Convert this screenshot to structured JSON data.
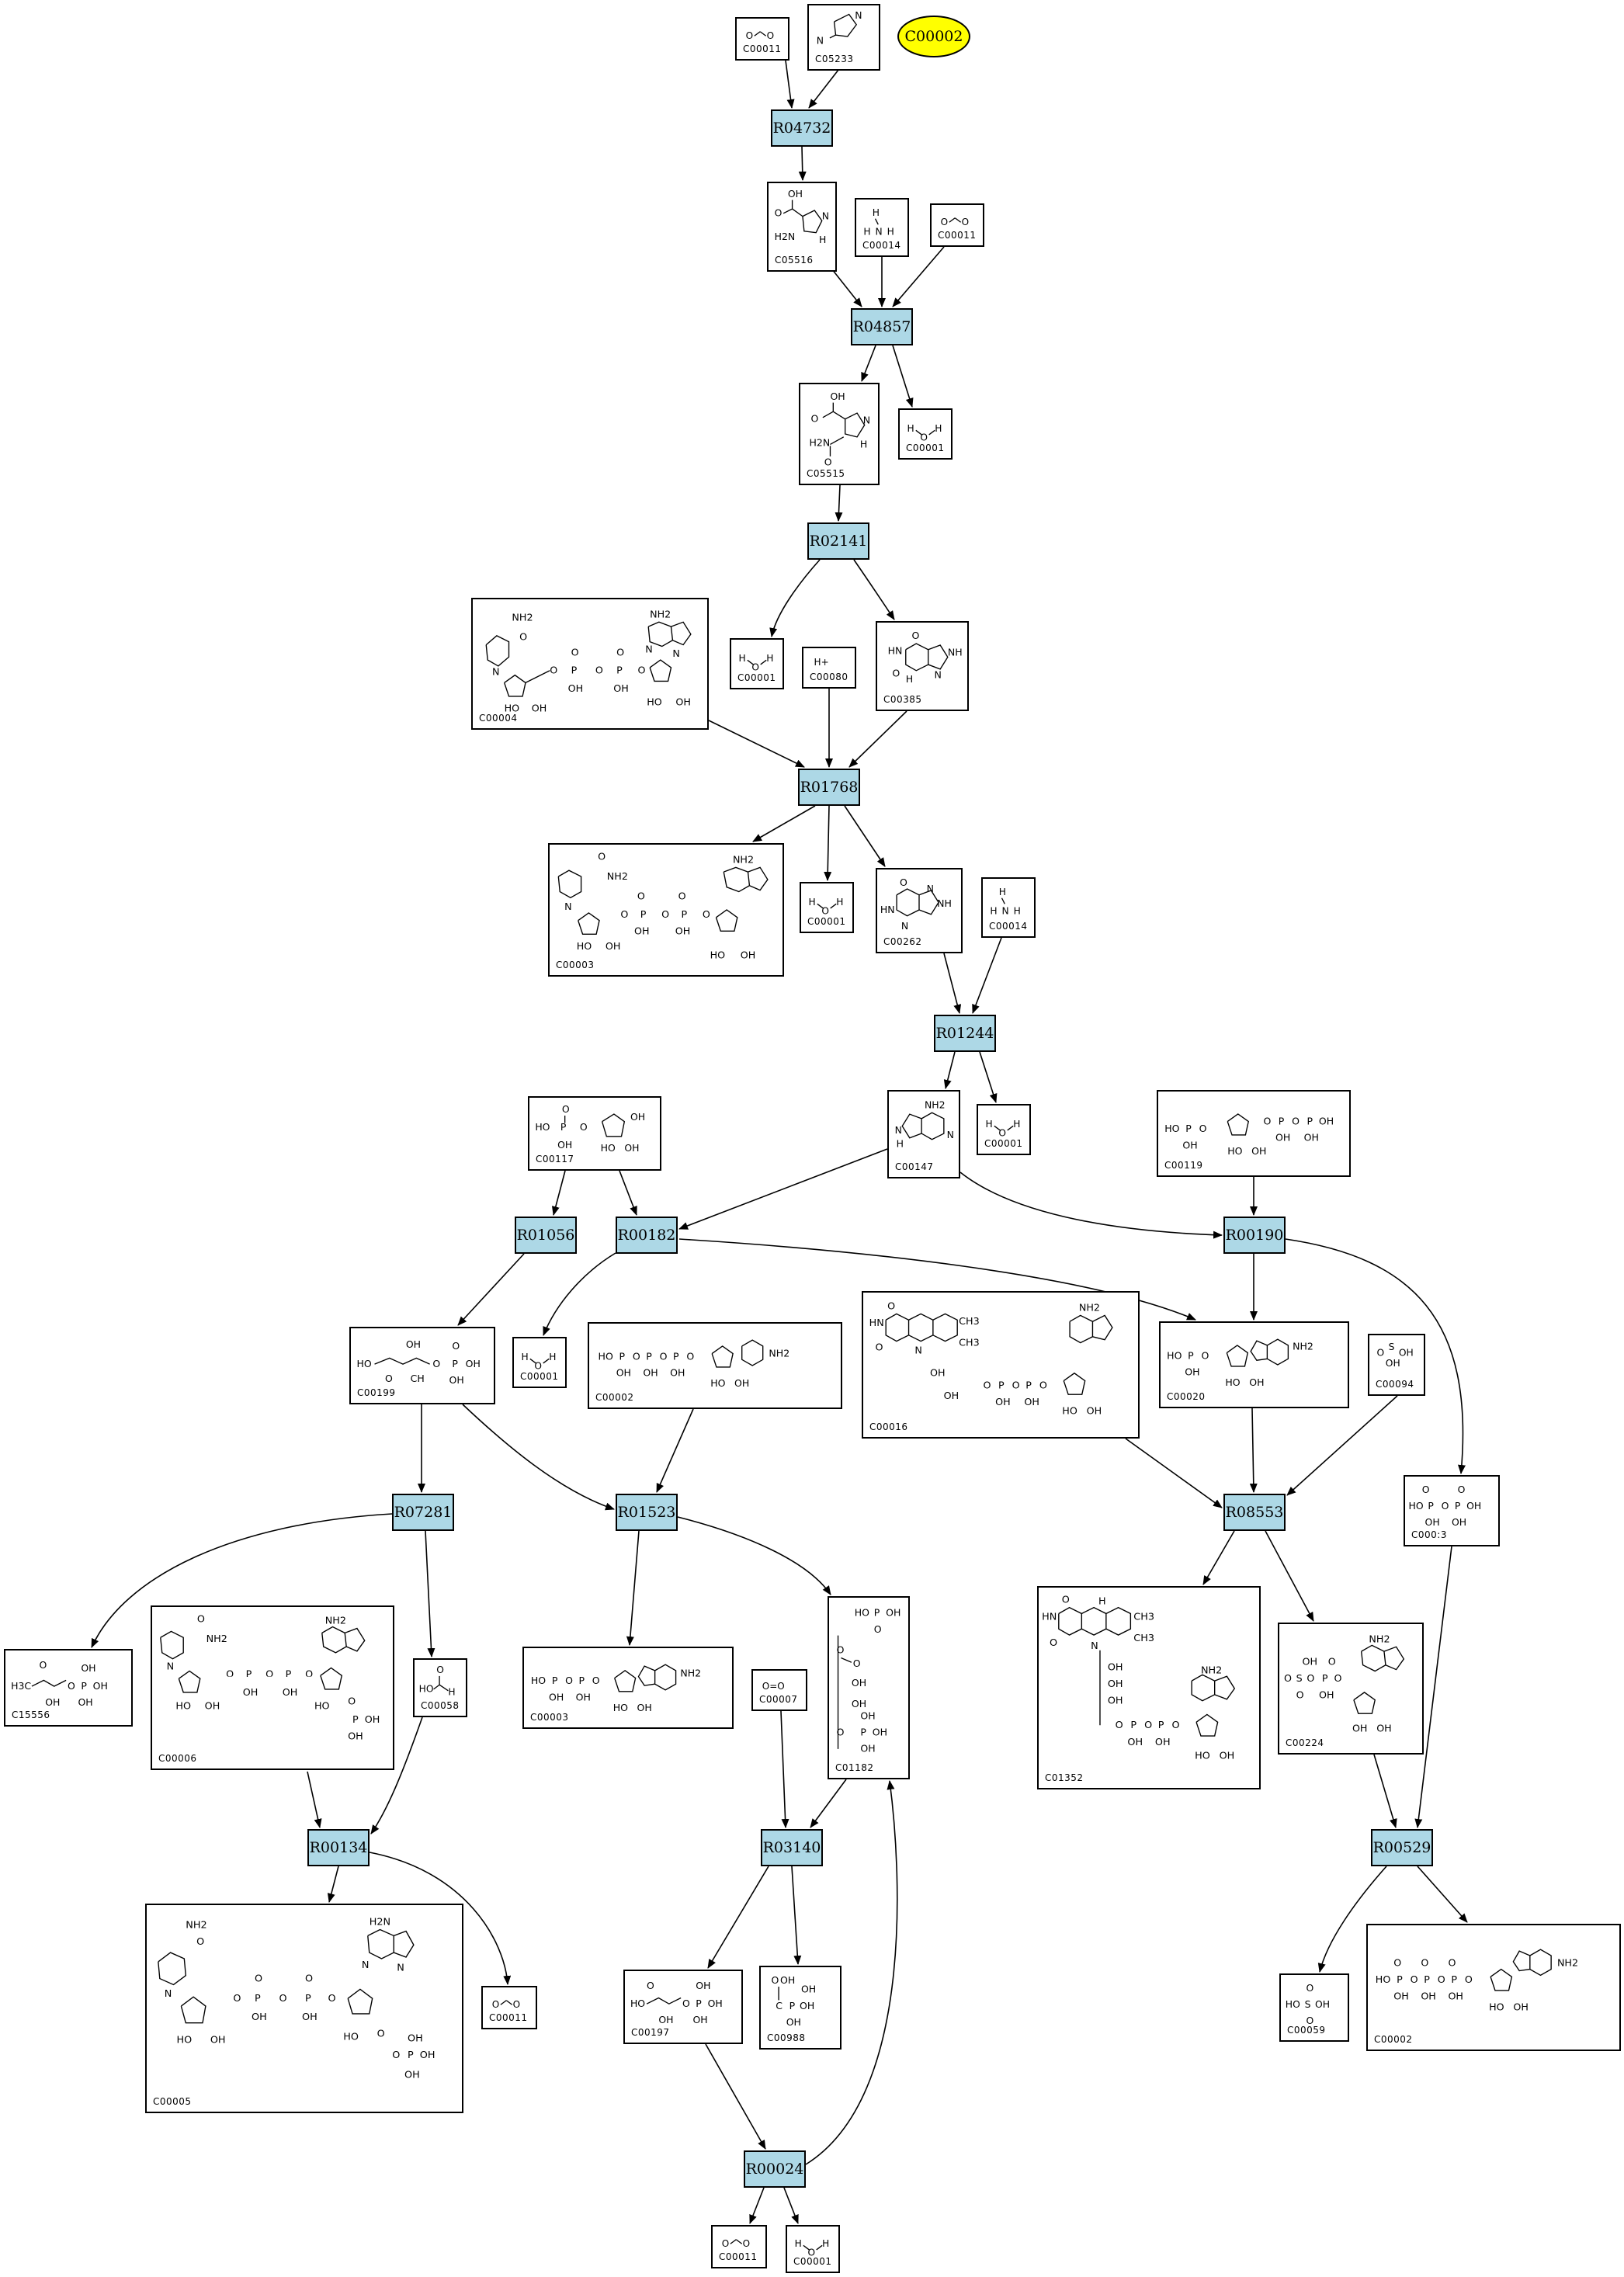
{
  "start_compound": "C00002",
  "reactions": {
    "R04732": "R04732",
    "R04857": "R04857",
    "R02141": "R02141",
    "R01768": "R01768",
    "R01244": "R01244",
    "R01056": "R01056",
    "R00182": "R00182",
    "R00190": "R00190",
    "R07281": "R07281",
    "R01523": "R01523",
    "R08553": "R08553",
    "R00134": "R00134",
    "R03140": "R03140",
    "R00529": "R00529",
    "R00024": "R00024"
  },
  "compounds": {
    "c011a": "C00011",
    "c05233": "C05233",
    "c05516": "C05516",
    "c014a": "C00014",
    "c011b": "C00011",
    "c05515": "C05515",
    "c001a": "C00001",
    "c004": "C00004",
    "c001b": "C00001",
    "c080": "C00080",
    "c385": "C00385",
    "c003a": "C00003",
    "c001c": "C00001",
    "c262": "C00262",
    "c014b": "C00014",
    "c147": "C00147",
    "c001d": "C00001",
    "c117": "C00117",
    "c119": "C00119",
    "c199": "C00199",
    "c001e": "C00001",
    "c002a": "C00002",
    "c016": "C00016",
    "c020": "C00020",
    "c094": "C00094",
    "c013": "C000:3",
    "c15556": "C15556",
    "c006": "C00006",
    "c058": "C00058",
    "c003b": "C00003",
    "c007": "C00007",
    "c1182": "C01182",
    "c1352": "C01352",
    "c224": "C00224",
    "c005": "C00005",
    "c011c": "C00011",
    "c197": "C00197",
    "c988": "C00988",
    "c059": "C00059",
    "c002b": "C00002",
    "c011d": "C00011",
    "c001f": "C00001"
  },
  "atom_labels": {
    "OH": "OH",
    "HO": "HO",
    "NH2": "NH2",
    "NH": "NH",
    "N": "N",
    "O": "O",
    "P": "P",
    "S": "S",
    "H": "H",
    "Hplus": "H+",
    "H3C": "H3C",
    "CH3": "CH3",
    "CH": "CH",
    "C": "C",
    "HN": "HN",
    "H2N": "H2N",
    "OeqO": "O=O"
  }
}
